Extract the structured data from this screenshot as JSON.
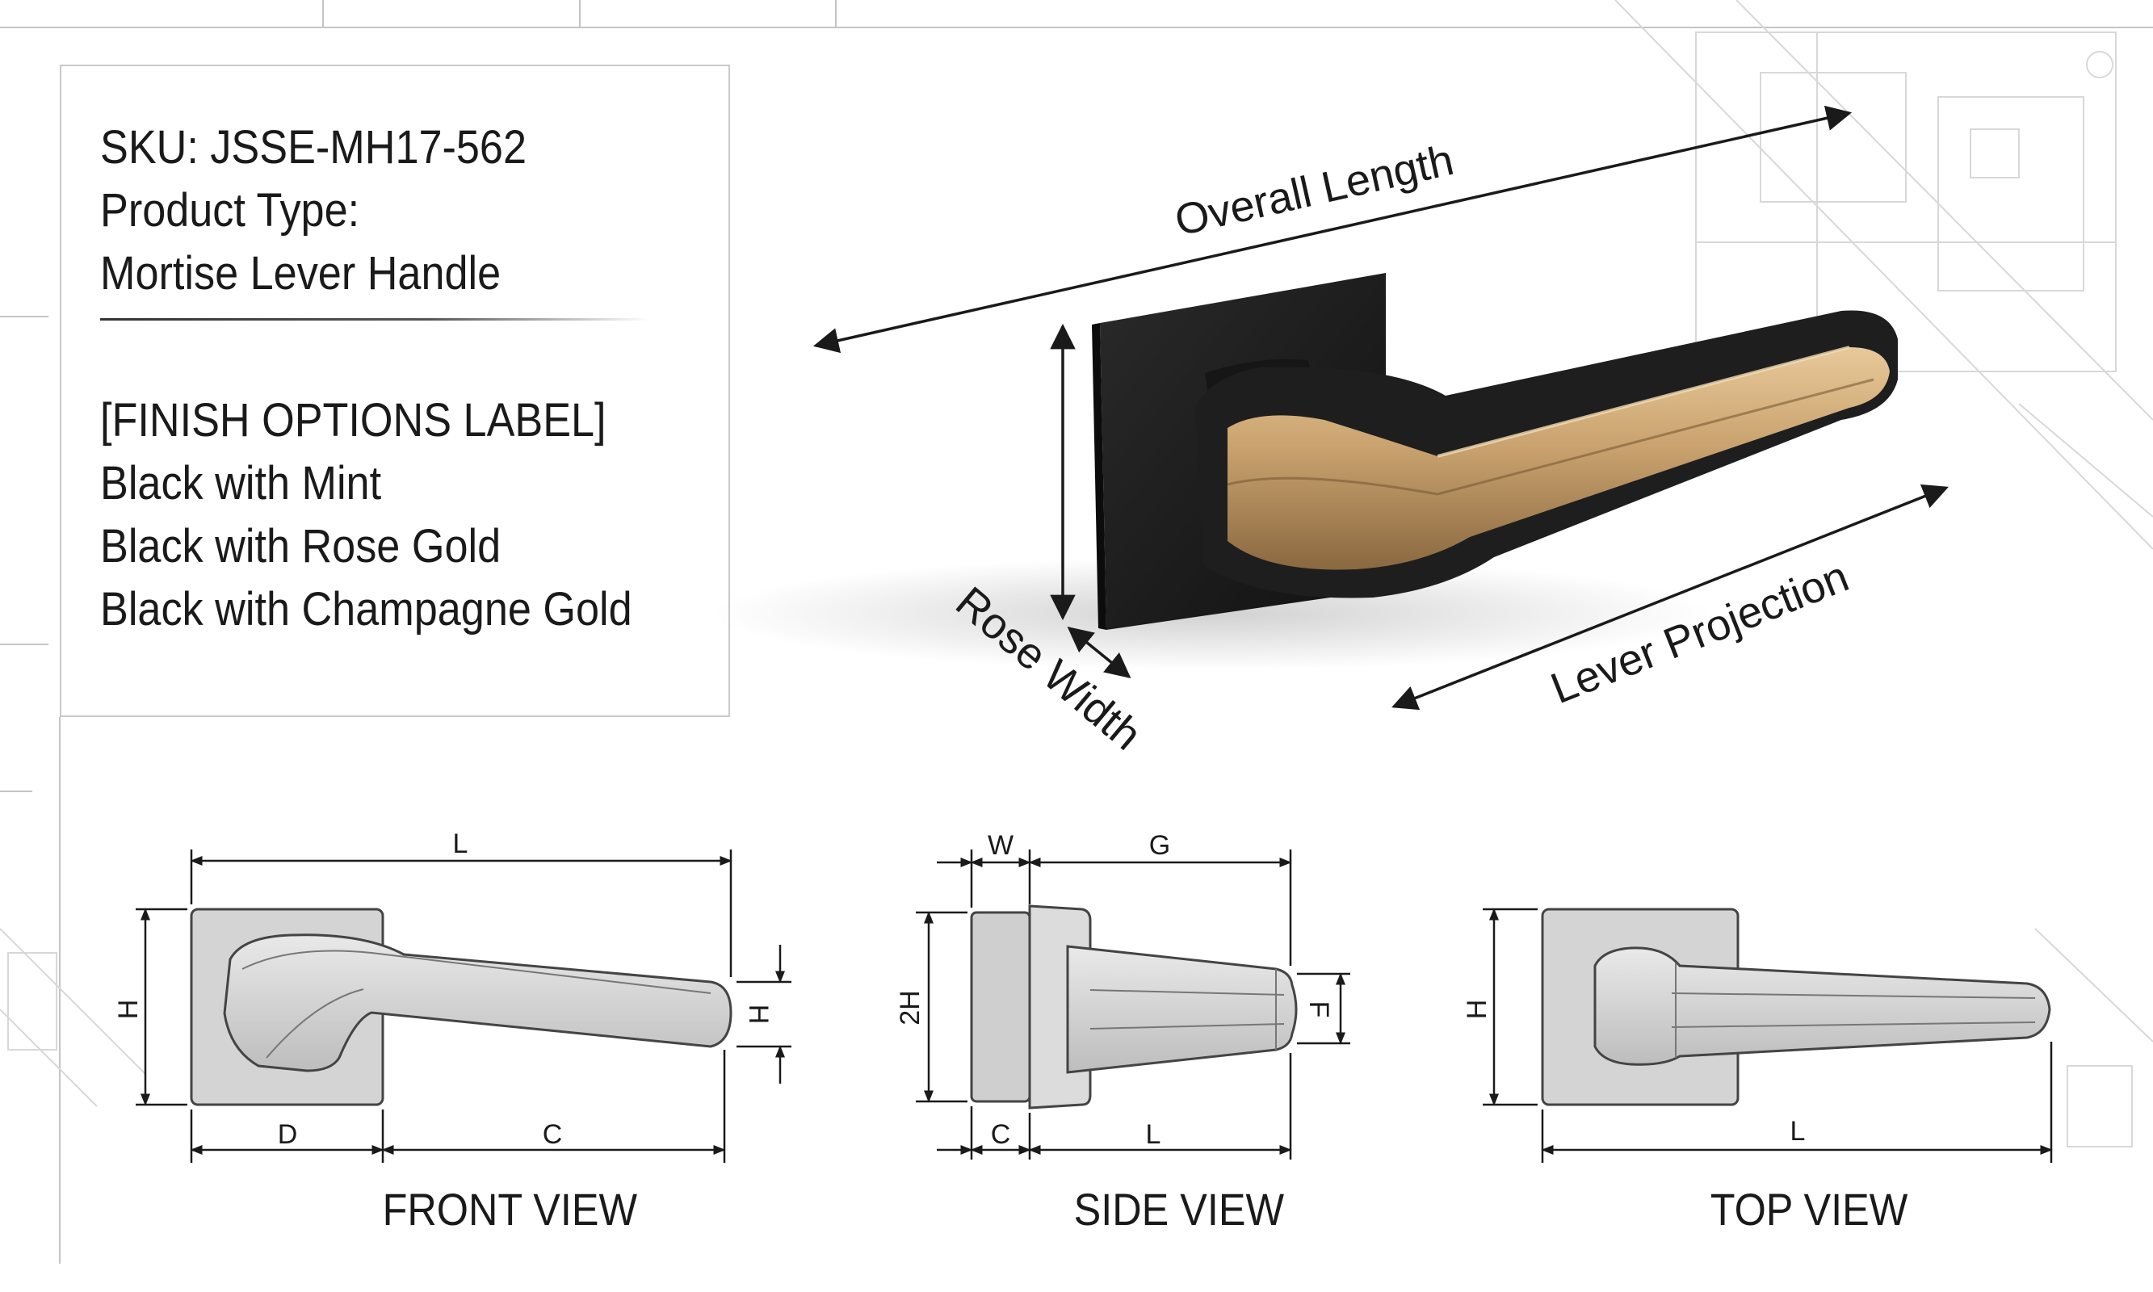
{
  "info": {
    "sku_line": "SKU:  JSSE-MH17-562",
    "product_type_label": "Product Type:",
    "product_type_value": "Mortise Lever Handle",
    "finish_label": "[FINISH OPTIONS LABEL]",
    "finishes": [
      "Black with Mint",
      "Black with Rose Gold",
      "Black with Champagne Gold"
    ]
  },
  "callouts": {
    "overall_length": "Overall Length",
    "rose_width": "Rose Width",
    "lever_projection": "Lever Projection"
  },
  "views": {
    "front": {
      "label": "FRONT VIEW",
      "dims": {
        "top": "L",
        "left": "H",
        "right": "H",
        "bottom_left": "D",
        "bottom_right": "C"
      }
    },
    "side": {
      "label": "SIDE VIEW",
      "dims": {
        "top_left": "W",
        "top_right": "G",
        "left": "2H",
        "right": "F",
        "bottom_left": "C",
        "bottom_right": "L"
      }
    },
    "top": {
      "label": "TOP VIEW",
      "dims": {
        "left": "H",
        "bottom": "L"
      }
    }
  },
  "colors": {
    "matte_black": "#1e1e1e",
    "gold_accent": "#c9a26e",
    "drawing_grey": "#cfcfcf",
    "line_dark": "#1a1a1a"
  }
}
